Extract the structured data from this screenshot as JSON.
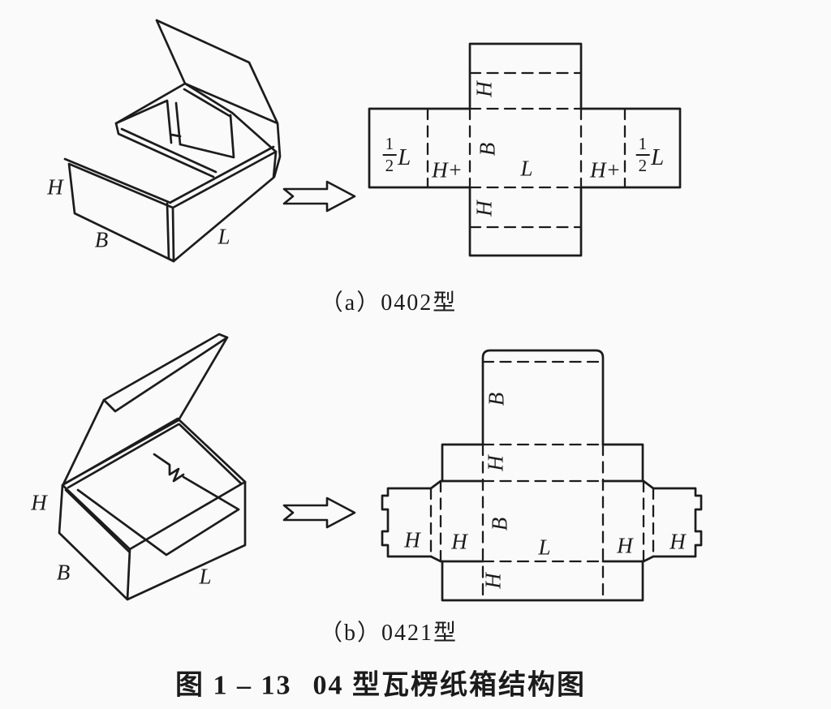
{
  "colors": {
    "ink": "#1b1b1b",
    "paper": "#fbfafa"
  },
  "panel_a": {
    "caption": "（a）0402型",
    "box3d": {
      "h": "H",
      "b": "B",
      "l": "L"
    },
    "pattern": {
      "flap_top": "H",
      "panel_b": "B",
      "panel_l": "L",
      "flap_bottom": "H",
      "end_left": {
        "num": "1",
        "den": "2",
        "suffix": "L"
      },
      "side_left": "H+",
      "side_right": "H+",
      "end_right": {
        "num": "1",
        "den": "2",
        "suffix": "L"
      }
    }
  },
  "panel_b": {
    "caption": "（b）0421型",
    "box3d": {
      "h": "H",
      "b": "B",
      "l": "L"
    },
    "pattern": {
      "lid": "B",
      "row_top": "H",
      "panel_b": "B",
      "panel_l": "L",
      "row_bottom": "H",
      "wing_left": "H",
      "side_left": "H",
      "side_right": "H",
      "wing_right": "H"
    }
  },
  "caption": {
    "figure_no": "图 1 – 13",
    "title": "04 型瓦楞纸箱结构图"
  }
}
